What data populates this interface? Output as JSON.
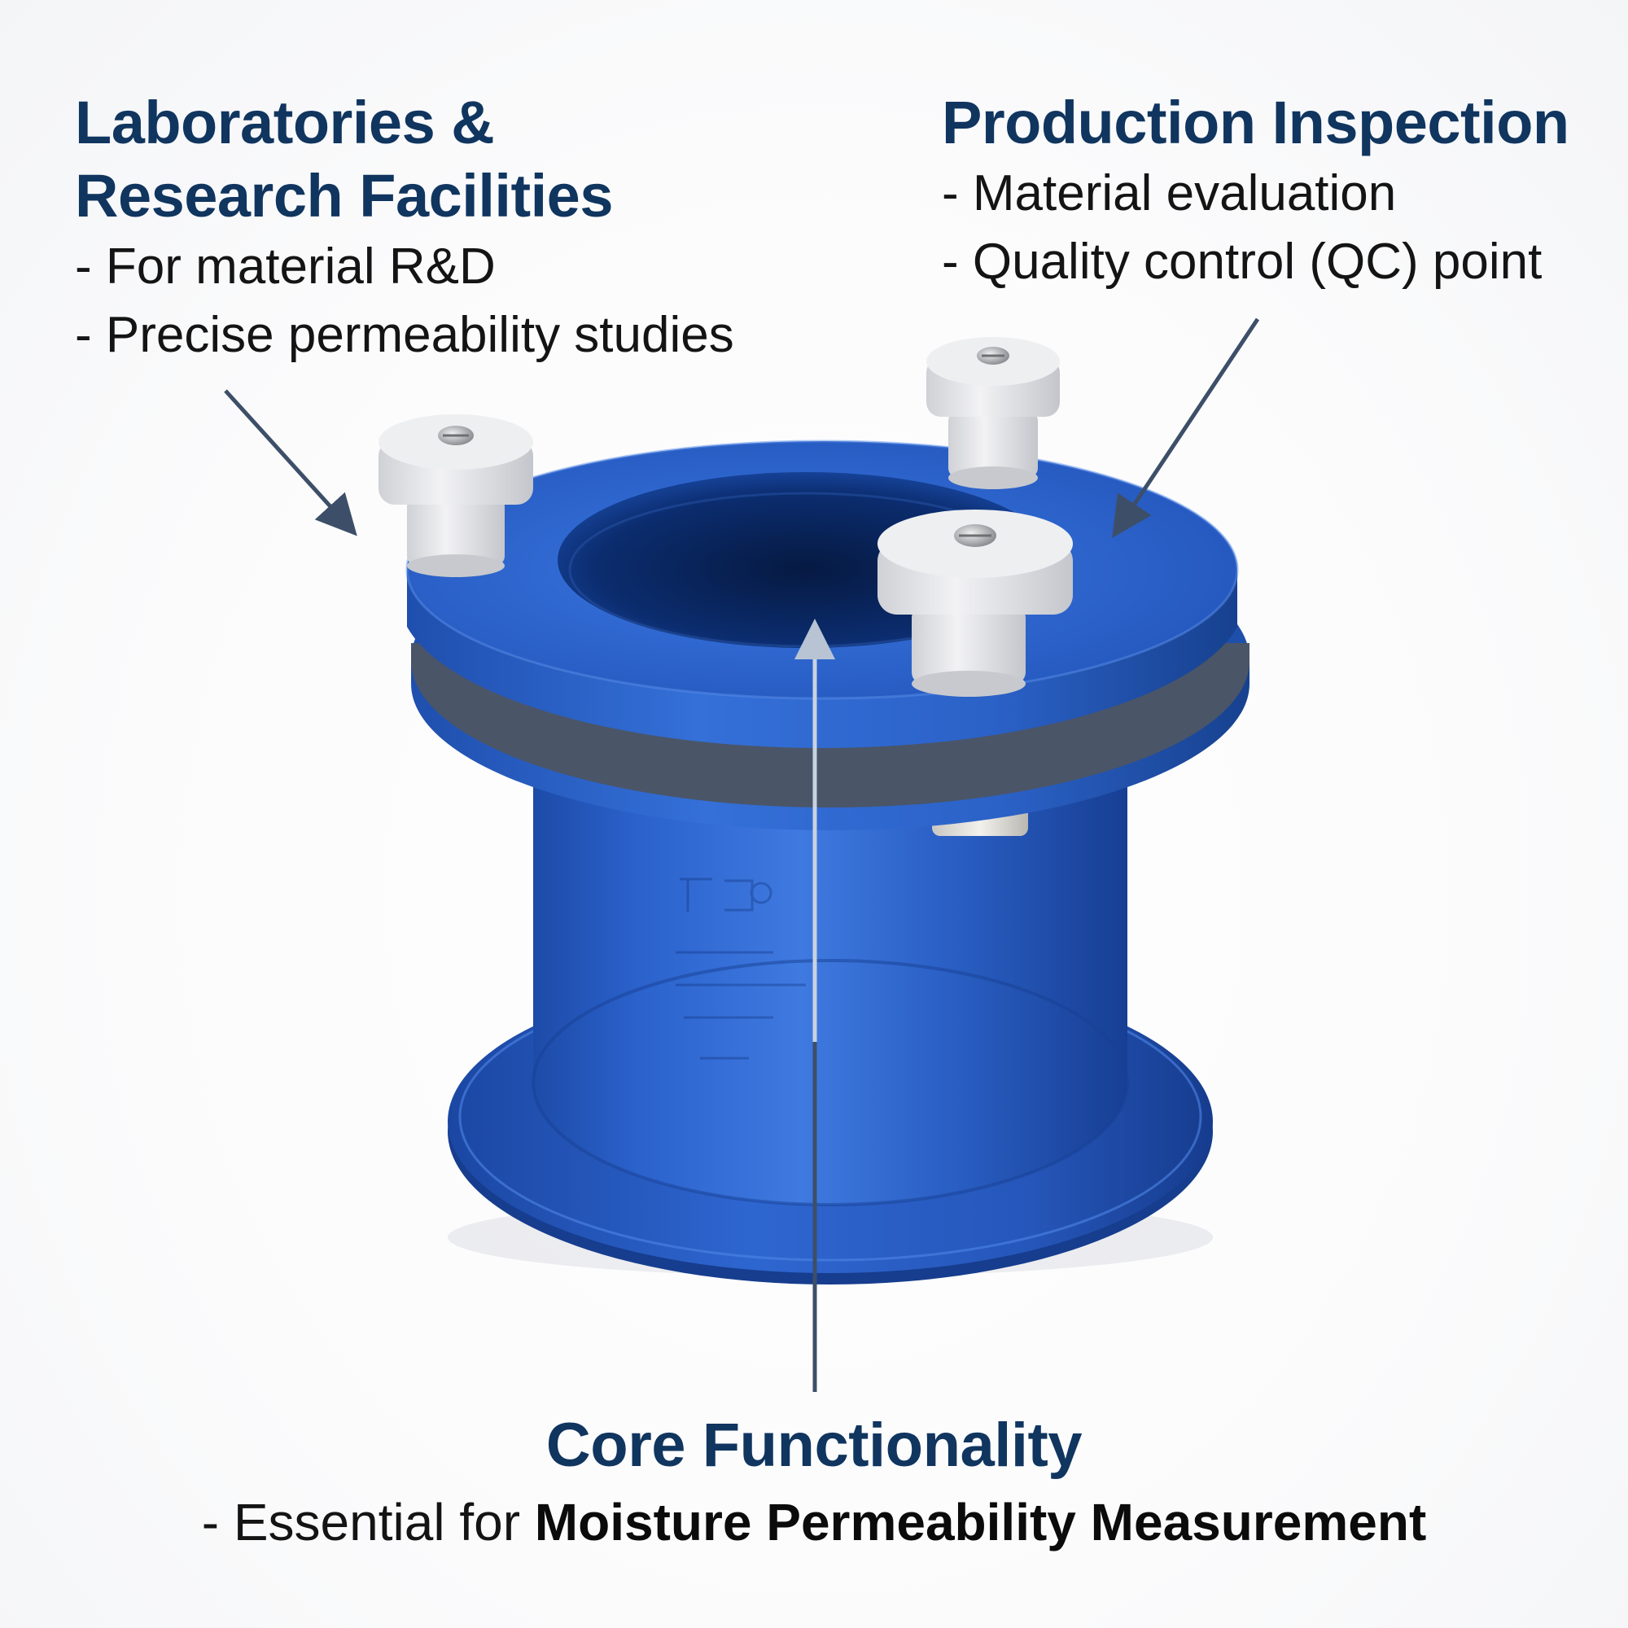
{
  "callouts": {
    "left": {
      "heading_line1": "Laboratories &",
      "heading_line2": "Research Facilities",
      "bullets": [
        "- For material R&D",
        "- Precise permeability studies"
      ]
    },
    "right": {
      "heading": "Production Inspection",
      "bullets": [
        "- Material evaluation",
        "- Quality control (QC) point"
      ]
    },
    "bottom": {
      "heading": "Core Functionality",
      "bullet_prefix": "- Essential for ",
      "bullet_emphasis": "Moisture Permeability Measurement"
    }
  },
  "colors": {
    "heading": "#10355f",
    "body_text": "#141414",
    "product_blue": "#2a5fc4",
    "knob_white": "#e9e9eb",
    "arrow": "#3d4f68"
  },
  "icons": {
    "product": "moisture-permeability-cup",
    "arrows": [
      "arrow-down-right",
      "arrow-down-left",
      "arrow-up"
    ]
  }
}
